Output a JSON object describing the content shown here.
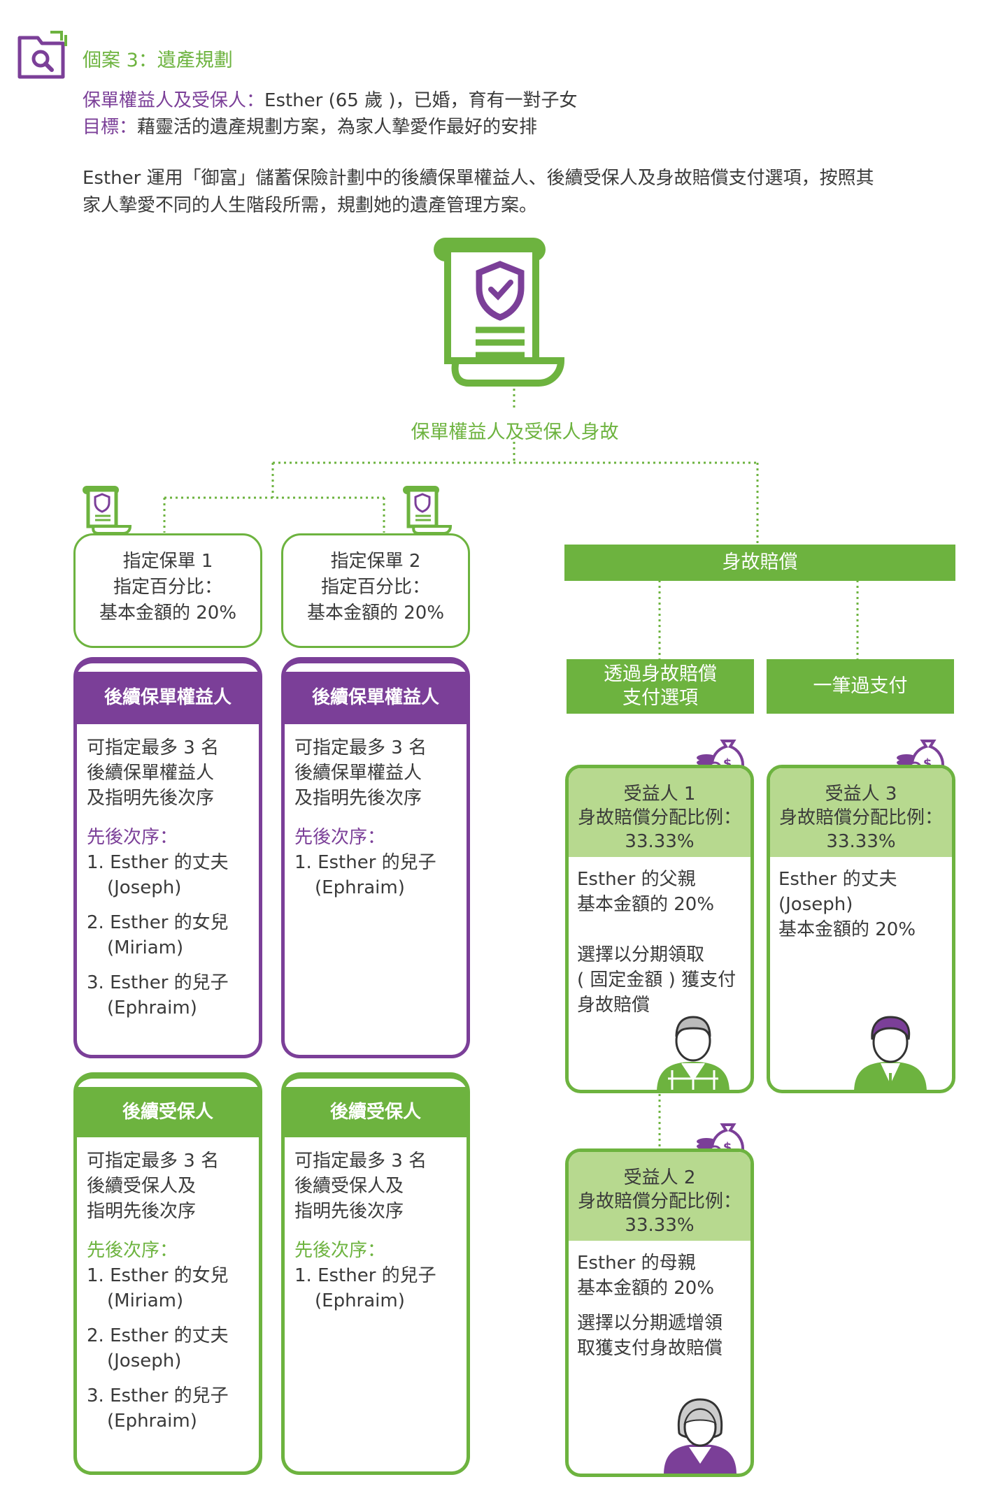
{
  "header": {
    "case_title": "個案 3：遺產規劃",
    "holder_label": "保單權益人及受保人：",
    "holder_value": "Esther (65 歲 )，已婚，育有一對子女",
    "goal_label": "目標：",
    "goal_value": "藉靈活的遺產規劃方案，為家人摯愛作最好的安排",
    "paragraph_line1": "Esther 運用「御富」儲蓄保險計劃中的後續保單權益人、後續受保人及身故賠償支付選項，按照其",
    "paragraph_line2": "家人摯愛不同的人生階段所需，規劃她的遺產管理方案。"
  },
  "root_label": "保單權益人及受保人身故",
  "policies": [
    {
      "line1": "指定保單 1",
      "line2": "指定百分比：",
      "line3": "基本金額的 20%"
    },
    {
      "line1": "指定保單 2",
      "line2": "指定百分比：",
      "line3": "基本金額的 20%"
    }
  ],
  "owner_cards": [
    {
      "title": "後續保單權益人",
      "desc": [
        "可指定最多 3 名",
        "後續保單權益人",
        "及指明先後次序"
      ],
      "order_label": "先後次序：",
      "items": [
        [
          "1. Esther 的丈夫",
          "(Joseph)"
        ],
        [
          "2. Esther 的女兒",
          "(Miriam)"
        ],
        [
          "3. Esther 的兒子",
          "(Ephraim)"
        ]
      ]
    },
    {
      "title": "後續保單權益人",
      "desc": [
        "可指定最多 3 名",
        "後續保單權益人",
        "及指明先後次序"
      ],
      "order_label": "先後次序：",
      "items": [
        [
          "1. Esther 的兒子",
          "(Ephraim)"
        ]
      ]
    }
  ],
  "insured_cards": [
    {
      "title": "後續受保人",
      "desc": [
        "可指定最多 3 名",
        "後續受保人及",
        "指明先後次序"
      ],
      "order_label": "先後次序：",
      "items": [
        [
          "1. Esther 的女兒",
          "(Miriam)"
        ],
        [
          "2. Esther 的丈夫",
          "(Joseph)"
        ],
        [
          "3. Esther 的兒子",
          "(Ephraim)"
        ]
      ]
    },
    {
      "title": "後續受保人",
      "desc": [
        "可指定最多 3 名",
        "後續受保人及",
        "指明先後次序"
      ],
      "order_label": "先後次序：",
      "items": [
        [
          "1. Esther 的兒子",
          "(Ephraim)"
        ]
      ]
    }
  ],
  "death_benefit": {
    "title": "身故賠償",
    "option_a_line1": "透過身故賠償",
    "option_a_line2": "支付選項",
    "option_b": "一筆過支付",
    "beneficiaries": [
      {
        "head": [
          "受益人 1",
          "身故賠償分配比例：",
          "33.33%"
        ],
        "body": [
          "Esther 的父親",
          "基本金額的 20%",
          "",
          "選擇以分期領取",
          "( 固定金額 ) 獲支付",
          "身故賠償"
        ],
        "avatar": "elderly-man-icon"
      },
      {
        "head": [
          "受益人 3",
          "身故賠償分配比例：",
          "33.33%"
        ],
        "body": [
          "Esther 的丈夫",
          "(Joseph)",
          "基本金額的 20%"
        ],
        "avatar": "man-icon"
      },
      {
        "head": [
          "受益人 2",
          "身故賠償分配比例：",
          "33.33%"
        ],
        "body": [
          "Esther 的母親",
          "基本金額的 20%",
          "選擇以分期遞增領",
          "取獲支付身故賠償"
        ],
        "avatar": "elderly-woman-icon"
      }
    ]
  },
  "colors": {
    "green": "#6db33f",
    "light_green": "#b7d98f",
    "purple": "#7b3f98"
  }
}
